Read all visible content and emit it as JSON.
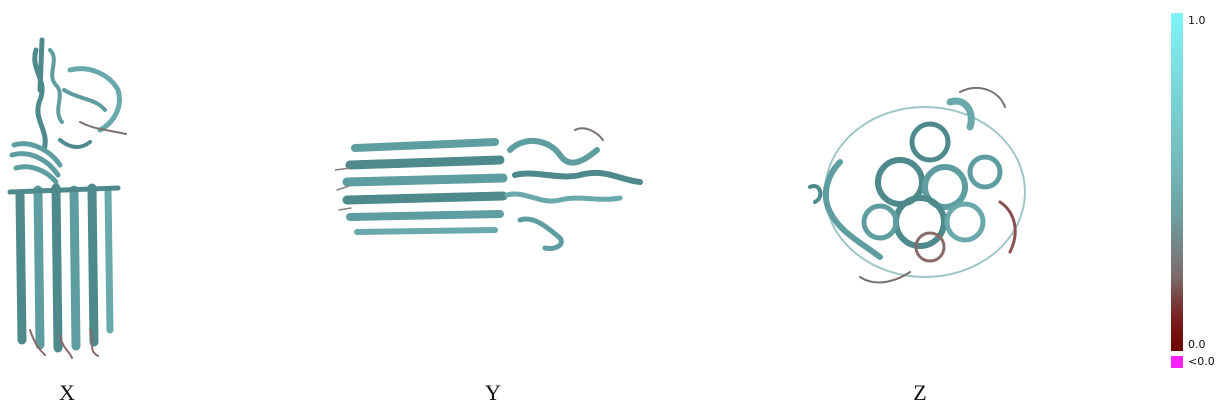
{
  "panels": [
    {
      "label": "X"
    },
    {
      "label": "Y"
    },
    {
      "label": "Z"
    }
  ],
  "colorbar": {
    "max_label": "1.0",
    "min_label": "0.0",
    "under_label": "<0.0",
    "colors": {
      "high": "#7ff4f6",
      "mid": "#6e9fa1",
      "low": "#6e0000",
      "under": "#ff1fff"
    }
  },
  "ribbon_color": "#5f9ea0"
}
